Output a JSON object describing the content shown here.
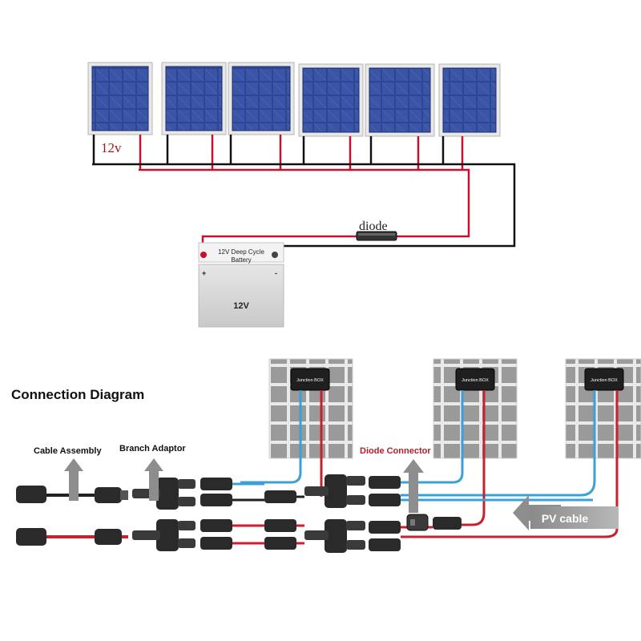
{
  "top": {
    "panel_voltage_label": "12v",
    "diode_label": "diode",
    "battery": {
      "name_line1": "12V Deep Cycle",
      "name_line2": "Battery",
      "voltage": "12V",
      "plus": "+",
      "minus": "-"
    }
  },
  "bottom": {
    "title": "Connection Diagram",
    "cable_assembly_label": "Cable Assembly",
    "branch_adaptor_label": "Branch Adaptor",
    "diode_connector_label": "Diode Connector",
    "pv_cable_label": "PV cable",
    "junction_box_label": "Junction BOX"
  },
  "colors": {
    "positive_wire": "#c8102e",
    "negative_wire": "#111111",
    "pv_blue": "#3aa0d8",
    "pv_red": "#c8202c",
    "diode_label_color": "#b0202a",
    "panel_blue": "#2c3f88"
  }
}
